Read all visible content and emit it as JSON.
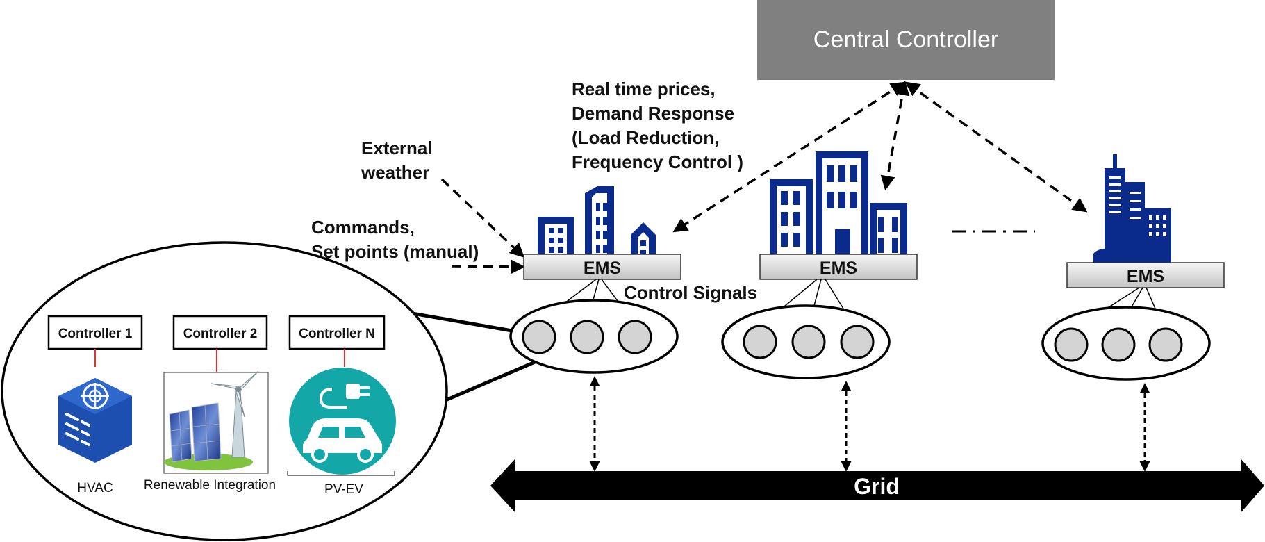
{
  "central": {
    "title": "Central Controller"
  },
  "labels": {
    "prices": [
      "Real time prices,",
      "Demand Response",
      "(Load Reduction,",
      "Frequency Control )"
    ],
    "weather": [
      "External",
      "weather"
    ],
    "commands": [
      "Commands,",
      "Set points (manual)"
    ],
    "control_signals": "Control Signals"
  },
  "ems": [
    {
      "label": "EMS"
    },
    {
      "label": "EMS"
    },
    {
      "label": "EMS"
    }
  ],
  "controllers": [
    {
      "label": "Controller 1",
      "device": "HVAC"
    },
    {
      "label": "Controller 2",
      "device": "Renewable  Integration"
    },
    {
      "label": "Controller N",
      "device": "PV-EV"
    }
  ],
  "grid": {
    "label": "Grid"
  },
  "colors": {
    "central_bg": "#808080",
    "building": "#0a2a8c",
    "node_fill": "#d4d4d4",
    "hvac": "#1c4fb0",
    "ev_circle": "#13a7a7",
    "grid": "#000000"
  }
}
